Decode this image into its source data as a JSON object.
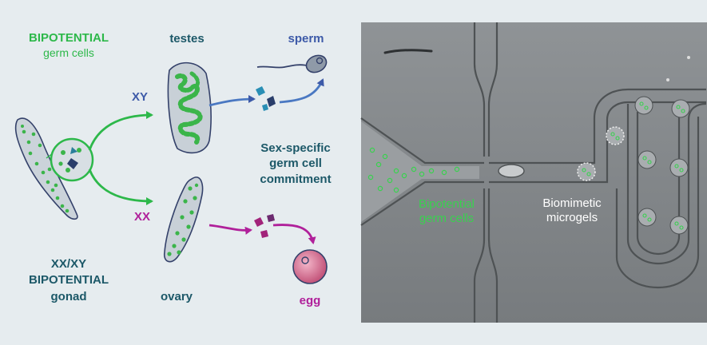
{
  "colors": {
    "background": "#e6ecef",
    "green": "#2db84a",
    "blue": "#3d5aa8",
    "magenta": "#b0209a",
    "teal": "#1c5868",
    "white": "#ffffff"
  },
  "left_panel": {
    "bipotential_title": "BIPOTENTIAL",
    "germ_cells": "germ cells",
    "xy": "XY",
    "xx": "XX",
    "testes": "testes",
    "ovary": "ovary",
    "sperm": "sperm",
    "egg": "egg",
    "commitment_1": "Sex-specific",
    "commitment_2": "germ cell",
    "commitment_3": "commitment",
    "gonad_1": "XX/XY",
    "gonad_2": "BIPOTENTIAL",
    "gonad_3": "gonad"
  },
  "right_panel": {
    "germ_label_1": "Bipotential",
    "germ_label_2": "germ cells",
    "microgel_label_1": "Biomimetic",
    "microgel_label_2": "microgels"
  }
}
